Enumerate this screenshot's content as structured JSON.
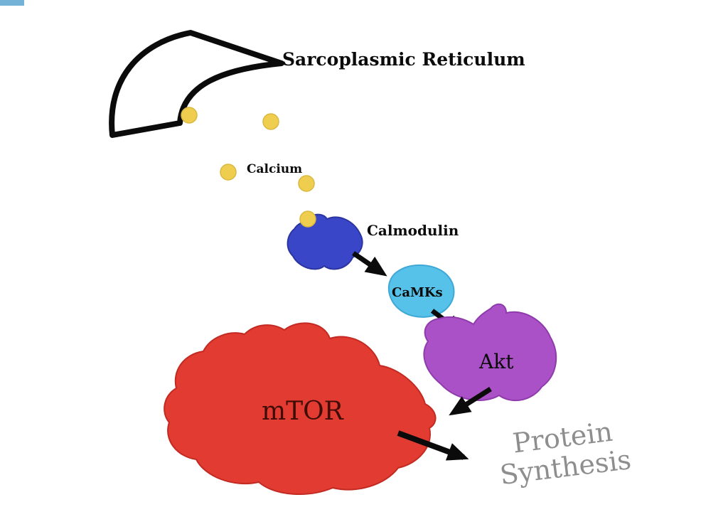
{
  "labels": {
    "sarcoplasmic_reticulum": "Sarcoplasmic Reticulum",
    "calcium": "Calcium",
    "calmodulin": "Calmodulin",
    "camks": "CaMKs",
    "akt": "Akt",
    "mtor": "mTOR",
    "protein_synthesis_line1": "Protein",
    "protein_synthesis_line2": "Synthesis"
  },
  "pathway_order": [
    "Sarcoplasmic Reticulum",
    "Calcium",
    "Calmodulin",
    "CaMKs",
    "Akt",
    "mTOR",
    "Protein Synthesis"
  ],
  "colors": {
    "background": "#ffffff",
    "membrane_outline": "#0b0b0b",
    "calcium": "#efcd4e",
    "calcium_edge": "#d8b83e",
    "calmodulin": "#3a46c8",
    "calmodulin_edge": "#2b35a0",
    "camks": "#57c2e9",
    "camks_edge": "#3fa8d6",
    "akt": "#ab51c7",
    "akt_edge": "#8f3bac",
    "mtor": "#e23b31",
    "mtor_edge": "#c22a22",
    "arrow": "#0b0b0b",
    "label_text": "#0b0b0b",
    "mtor_text": "#3f0c06",
    "protein_synthesis_text": "#8e8e8e",
    "corner_artifact": "#74b2d8"
  }
}
